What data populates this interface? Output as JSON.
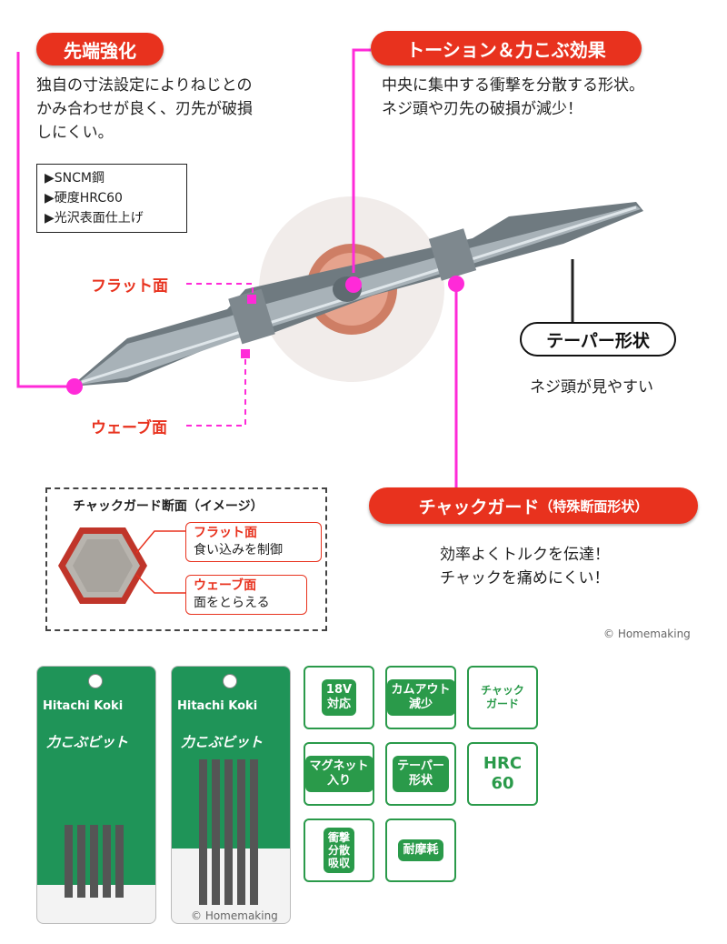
{
  "callouts": {
    "tip": {
      "title": "先端強化",
      "desc": [
        "独自の寸法設定によりねじとの",
        "かみ合わせが良く、刃先が破損",
        "しにくい。"
      ],
      "specs": [
        "▶SNCM鋼",
        "▶硬度HRC60",
        "▶光沢表面仕上げ"
      ]
    },
    "torsion": {
      "title": "トーション＆力こぶ効果",
      "desc": [
        "中央に集中する衝撃を分散する形状。",
        "ネジ頭や刃先の破損が減少！"
      ]
    },
    "taper": {
      "title": "テーパー形状",
      "desc": "ネジ頭が見やすい"
    },
    "flat_label": "フラット面",
    "wave_label": "ウェーブ面",
    "chuck": {
      "title": "チャックガード",
      "subtitle": "（特殊断面形状）",
      "desc": [
        "効率よくトルクを伝達！",
        "チャックを痛めにくい！"
      ]
    }
  },
  "cross_section": {
    "title": "チャックガード断面（イメージ）",
    "flat_title": "フラット面",
    "flat_desc": "食い込みを制御",
    "wave_title": "ウェーブ面",
    "wave_desc": "面をとらえる"
  },
  "copyright": "© Homemaking",
  "products": [
    {
      "brand": "Hitachi Koki",
      "name": "力こぶビット"
    },
    {
      "brand": "Hitachi Koki",
      "name": "力こぶビット"
    }
  ],
  "badges": [
    {
      "icon": "18v-icon",
      "text": "18V\n対応"
    },
    {
      "icon": "cam-out-icon",
      "text": "カムアウト\n減少"
    },
    {
      "icon": "chuck-guard-icon",
      "text": "チャック\nガード"
    },
    {
      "icon": "magnet-icon",
      "text": "マグネット\n入り"
    },
    {
      "icon": "taper-icon",
      "text": "テーパー\n形状"
    },
    {
      "icon": "hrc-icon",
      "text": "HRC\n60"
    },
    {
      "icon": "impact-icon",
      "text": "衝撃\n分散\n吸収"
    },
    {
      "icon": "wear-icon",
      "text": "耐摩耗"
    }
  ],
  "colors": {
    "accent": "#e8321e",
    "magenta": "#ff2ad8",
    "green": "#2a9a4a"
  }
}
